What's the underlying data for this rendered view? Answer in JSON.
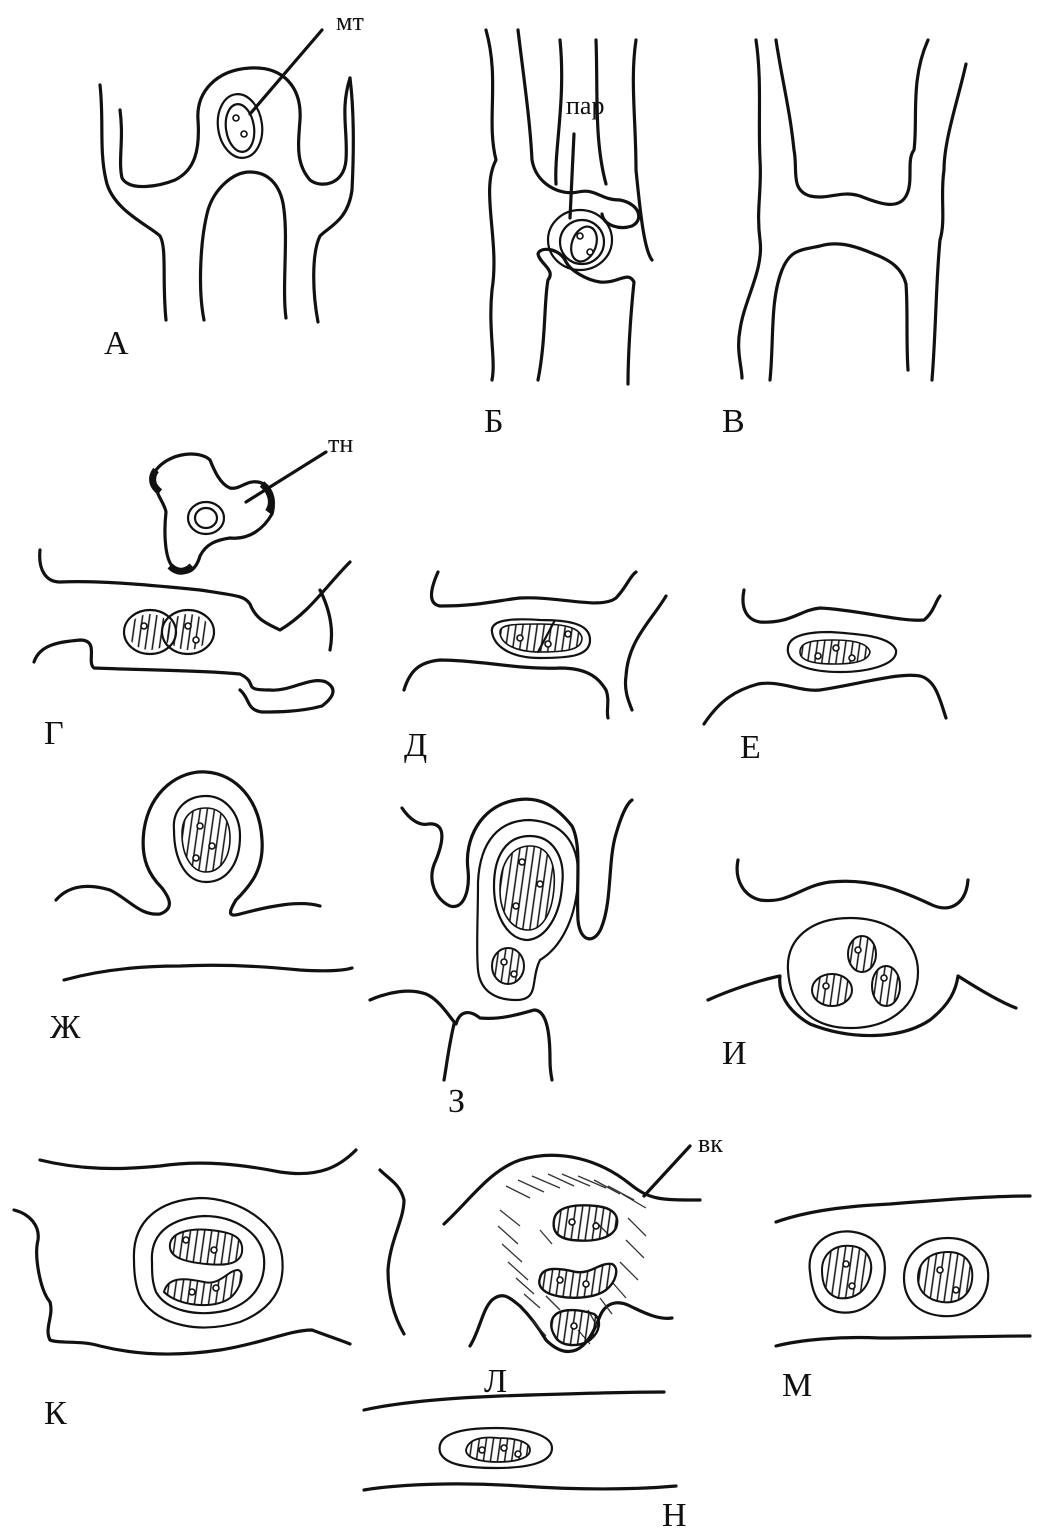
{
  "panels": {
    "A": "А",
    "B": "Б",
    "V": "В",
    "G": "Г",
    "D": "Д",
    "E": "Е",
    "Zh": "Ж",
    "Z": "З",
    "I": "И",
    "K": "К",
    "L": "Л",
    "M": "М",
    "N": "Н"
  },
  "annotations": {
    "mt": "мт",
    "par": "пар",
    "tn": "тн",
    "vk": "вк"
  },
  "colors": {
    "ink": "#111111",
    "paper": "#ffffff"
  }
}
